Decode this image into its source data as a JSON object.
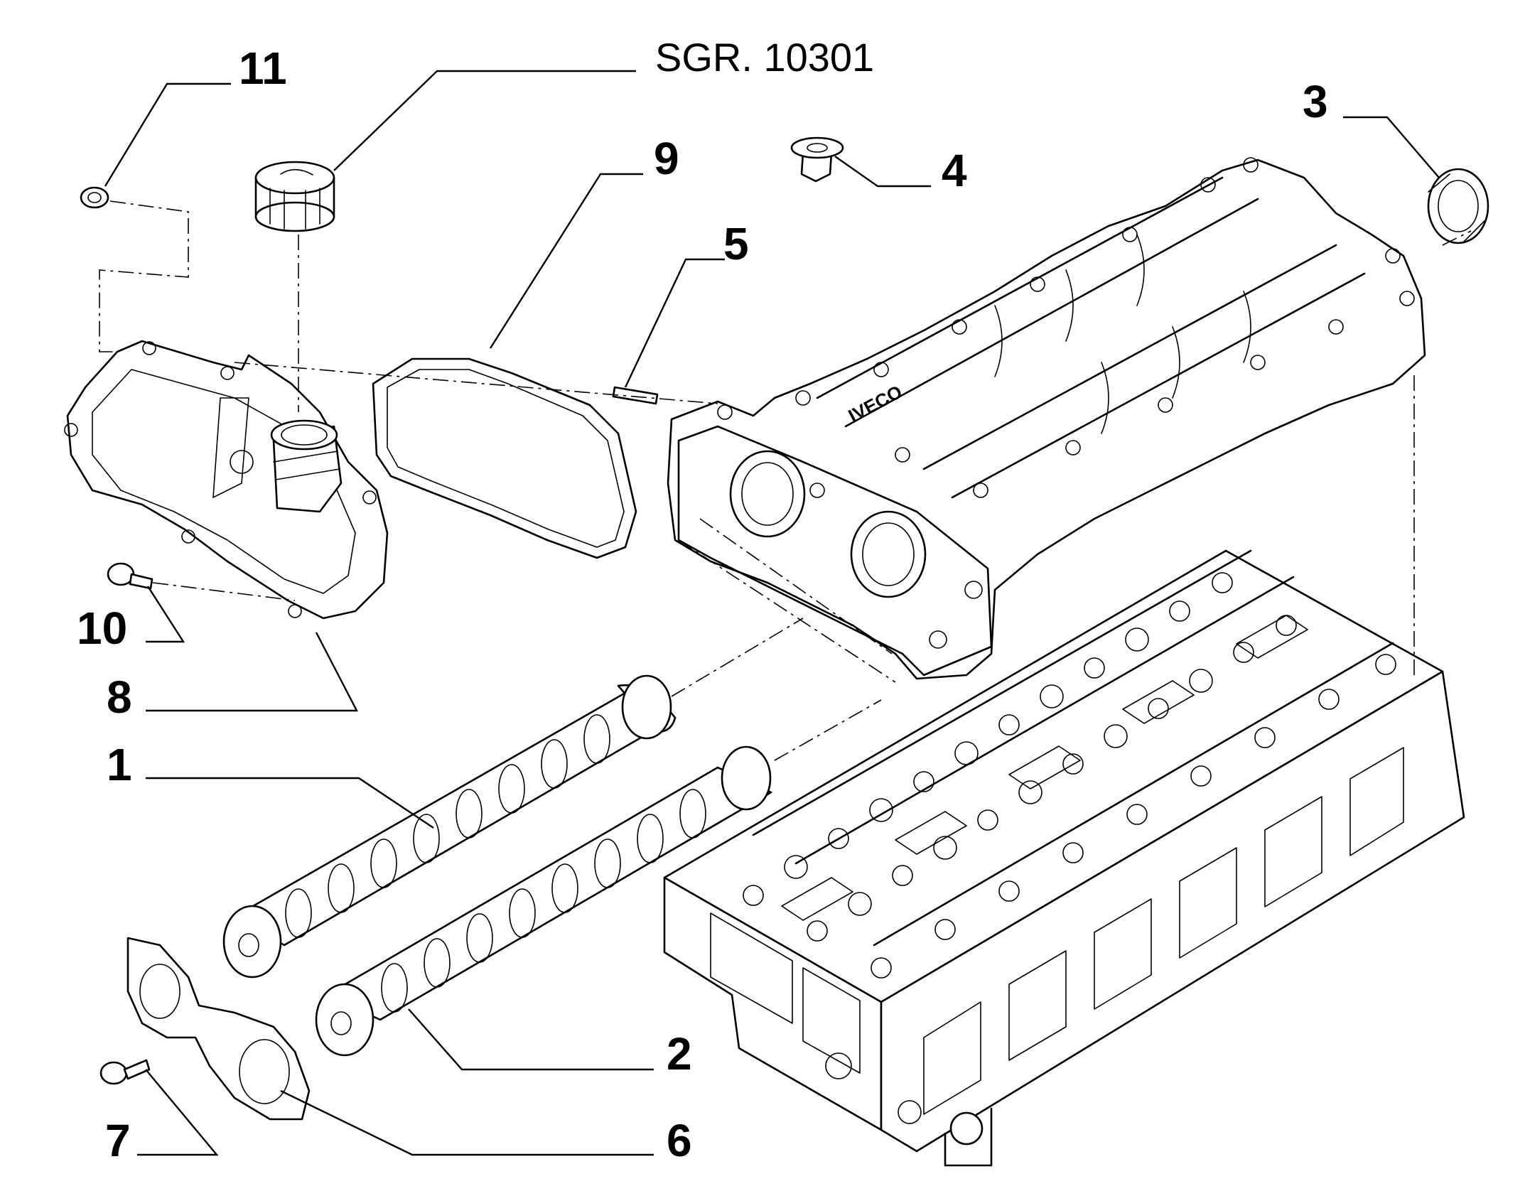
{
  "reference": "SGR. 10301",
  "brand_mark": "IVECO",
  "callouts": [
    {
      "id": "1",
      "label": "1"
    },
    {
      "id": "2",
      "label": "2"
    },
    {
      "id": "3",
      "label": "3"
    },
    {
      "id": "4",
      "label": "4"
    },
    {
      "id": "5",
      "label": "5"
    },
    {
      "id": "6",
      "label": "6"
    },
    {
      "id": "7",
      "label": "7"
    },
    {
      "id": "8",
      "label": "8"
    },
    {
      "id": "9",
      "label": "9"
    },
    {
      "id": "10",
      "label": "10"
    },
    {
      "id": "11",
      "label": "11"
    }
  ]
}
